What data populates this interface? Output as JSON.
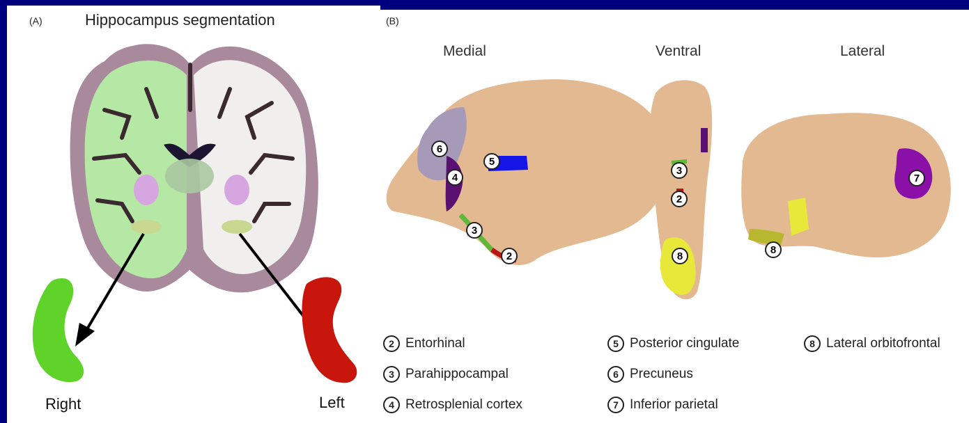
{
  "panel_a": {
    "tag": "(A)",
    "title": "Hippocampus segmentation",
    "right_label": "Right",
    "left_label": "Left"
  },
  "panel_b": {
    "tag": "(B)",
    "views": [
      "Medial",
      "Ventral",
      "Lateral"
    ],
    "markers": {
      "medial": [
        "6",
        "5",
        "4",
        "3",
        "2"
      ],
      "ventral": [
        "3",
        "2",
        "8"
      ],
      "lateral": [
        "7",
        "8"
      ]
    },
    "legend": [
      {
        "num": "2",
        "label": "Entorhinal"
      },
      {
        "num": "3",
        "label": "Parahippocampal"
      },
      {
        "num": "4",
        "label": "Retrosplenial cortex"
      },
      {
        "num": "5",
        "label": "Posterior cingulate"
      },
      {
        "num": "6",
        "label": "Precuneus"
      },
      {
        "num": "7",
        "label": "Inferior parietal"
      },
      {
        "num": "8",
        "label": "Lateral orbitofrontal"
      }
    ]
  },
  "colors": {
    "background": "#00007e",
    "brain_surface": "#e3b992",
    "right_hippocampus": "#5fd32a",
    "left_hippocampus": "#c8160c",
    "posterior_cingulate": "#1515e8",
    "precuneus": "#a79ab8",
    "retrosplenial": "#5a1070",
    "inferior_parietal": "#8a10a8",
    "orbitofrontal": "#e8e83a",
    "entorhinal": "#b81414",
    "parahippocampal": "#5fb83a"
  }
}
